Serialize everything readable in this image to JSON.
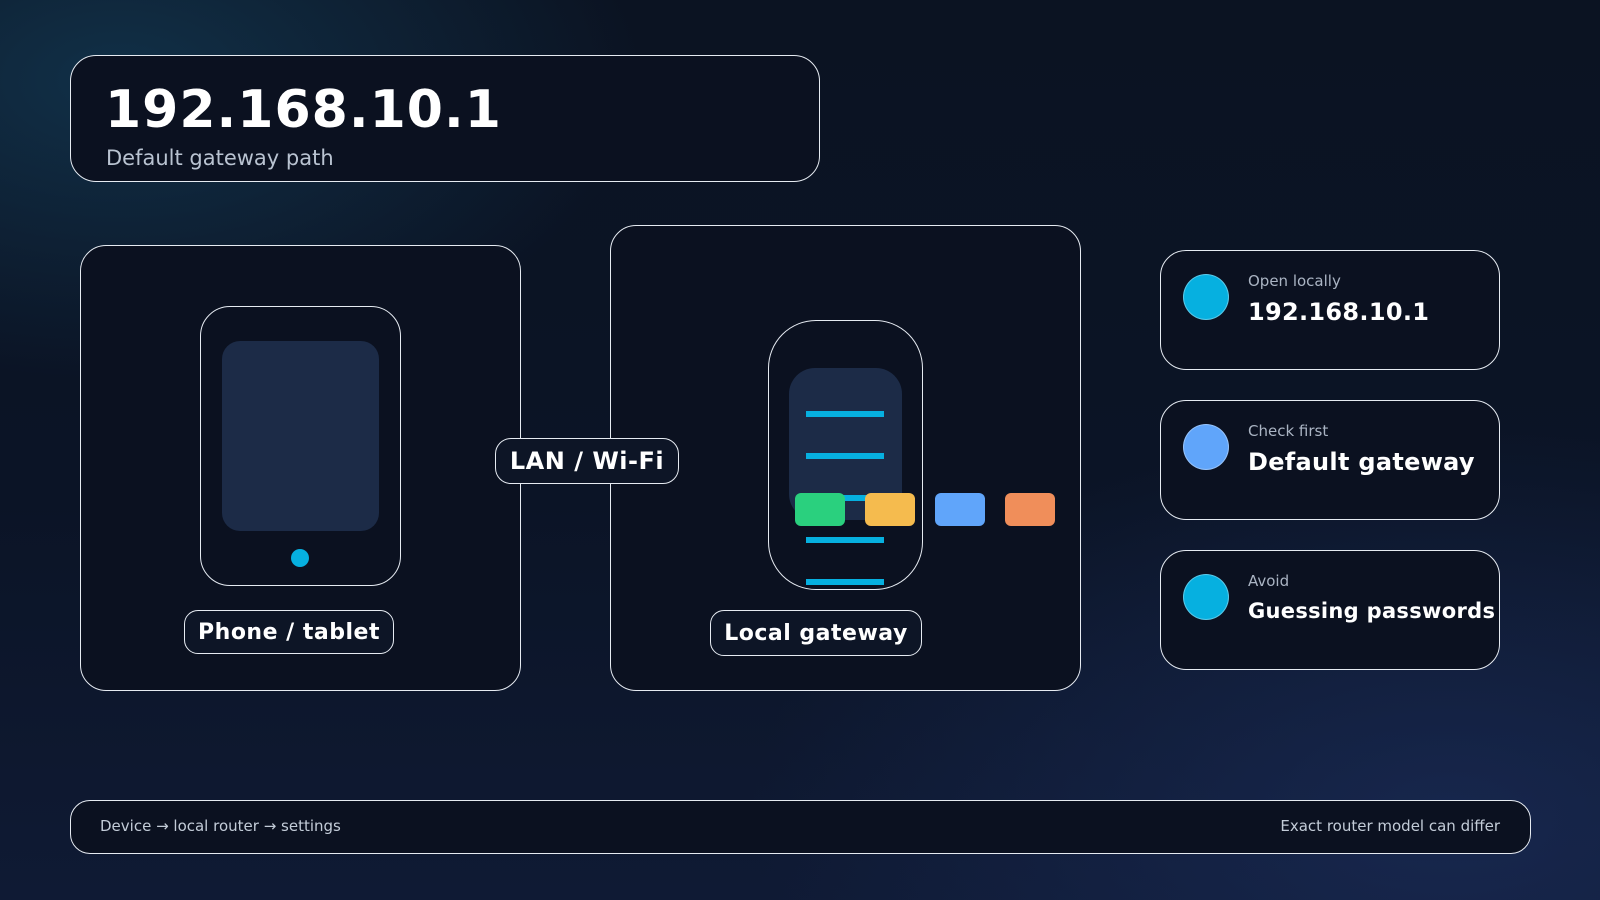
{
  "header": {
    "ip": "192.168.10.1",
    "subtitle": "Default gateway path"
  },
  "diagram": {
    "device_label": "Phone / tablet",
    "link_label": "LAN / Wi-Fi",
    "gateway_label": "Local gateway",
    "port_colors": [
      "#2ad07e",
      "#f5bb4e",
      "#60a5fa",
      "#f08e5a"
    ],
    "accent_color": "#06b0e0"
  },
  "info_cards": [
    {
      "label": "Open locally",
      "value": "192.168.10.1",
      "dot_color": "#06b0e0",
      "icon": "status-dot-icon"
    },
    {
      "label": "Check first",
      "value": "Default gateway",
      "dot_color": "#60a5fa",
      "icon": "status-dot-icon"
    },
    {
      "label": "Avoid",
      "value": "Guessing passwords",
      "dot_color": "#06b0e0",
      "icon": "status-dot-icon"
    }
  ],
  "footer": {
    "left": "Device → local router → settings",
    "right": "Exact router model can differ"
  }
}
